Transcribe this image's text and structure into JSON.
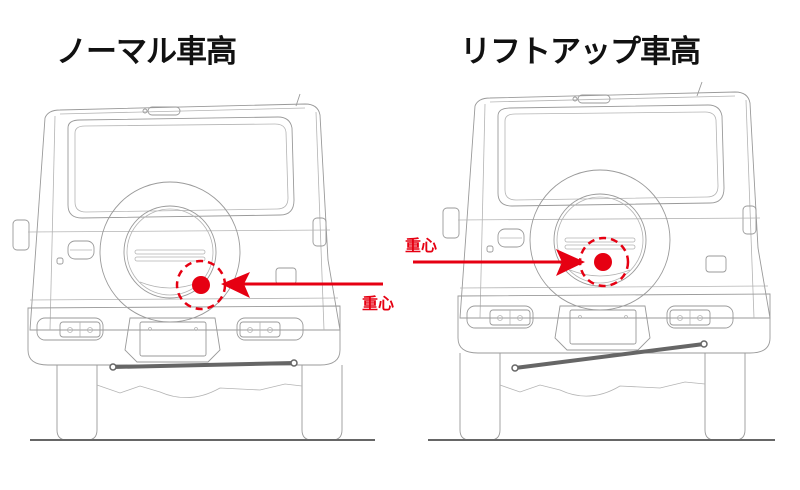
{
  "diagram": {
    "panels": [
      {
        "id": "normal",
        "title": "ノーマル車高",
        "center_of_gravity_label": "重心",
        "label_side": "right",
        "lateral_rod": "level"
      },
      {
        "id": "lift-up",
        "title": "リフトアップ車高",
        "center_of_gravity_label": "重心",
        "label_side": "left",
        "lateral_rod": "tilted"
      }
    ],
    "colors": {
      "accent": "#e60012",
      "outline": "#9a9a9a",
      "rod": "#666666",
      "ground": "#666666",
      "title": "#111111"
    }
  }
}
